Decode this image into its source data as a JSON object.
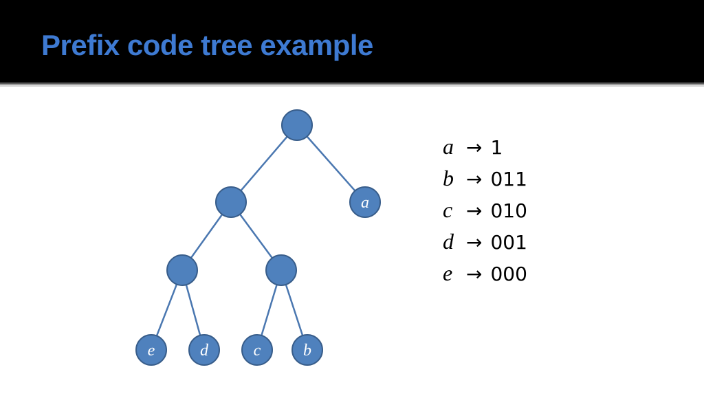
{
  "title": "Prefix code tree example",
  "colors": {
    "title_bar": "#000000",
    "title_text": "#3e7ad2",
    "node_fill": "#4f81bd",
    "node_stroke": "#385d8a",
    "edge": "#4a77b0",
    "node_label": "#ffffff"
  },
  "tree": {
    "leaf_labels": {
      "a": "a",
      "b": "b",
      "c": "c",
      "d": "d",
      "e": "e"
    }
  },
  "codes": [
    {
      "symbol": "a",
      "arrow": "→",
      "code": "1"
    },
    {
      "symbol": "b",
      "arrow": "→",
      "code": "011"
    },
    {
      "symbol": "c",
      "arrow": "→",
      "code": "010"
    },
    {
      "symbol": "d",
      "arrow": "→",
      "code": "001"
    },
    {
      "symbol": "e",
      "arrow": "→",
      "code": "000"
    }
  ]
}
